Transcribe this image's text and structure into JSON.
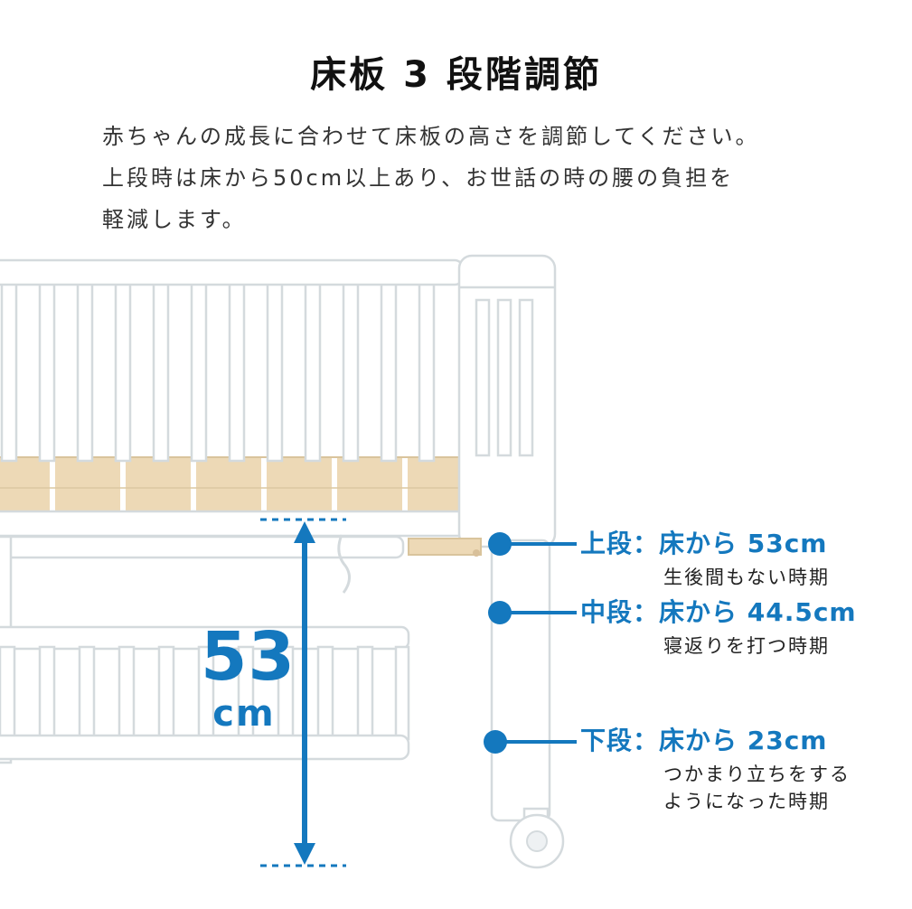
{
  "colors": {
    "accent": "#1478be",
    "wood": "#edd9b6",
    "wood_line": "#d9c49c"
  },
  "header": {
    "title": "床板 3 段階調節",
    "description_lines": [
      "赤ちゃんの成長に合わせて床板の高さを調節してください。",
      "上段時は床から50cm以上あり、お世話の時の腰の負担を",
      "軽減します。"
    ]
  },
  "measurement": {
    "value": "53",
    "unit": "cm"
  },
  "levels": [
    {
      "title": "上段：床から 53cm",
      "subtitle": "生後間もない時期"
    },
    {
      "title": "中段：床から 44.5cm",
      "subtitle": "寝返りを打つ時期"
    },
    {
      "title": "下段：床から 23cm",
      "subtitle": "つかまり立ちをする\nようになった時期"
    }
  ]
}
